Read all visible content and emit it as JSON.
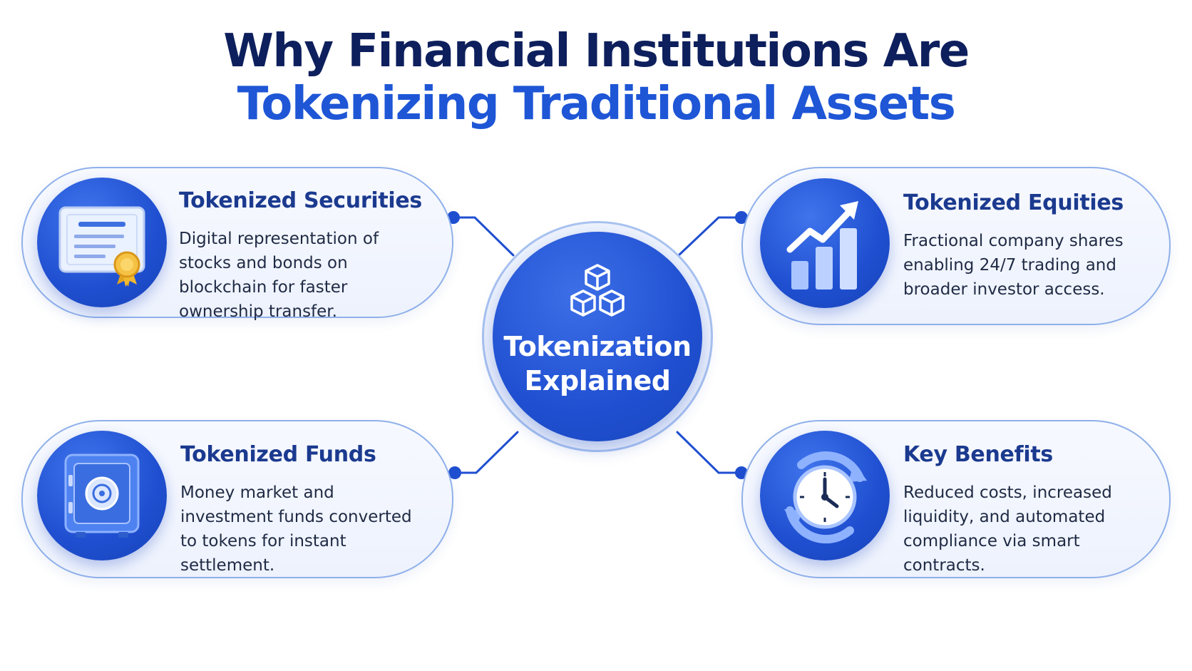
{
  "title": {
    "line1": "Why Financial Institutions Are",
    "line2": "Tokenizing Traditional Assets"
  },
  "hub": {
    "label_line1": "Tokenization",
    "label_line2": "Explained",
    "icon": "blocks-cluster-icon"
  },
  "cards": [
    {
      "title": "Tokenized Securities",
      "desc": "Digital representation of stocks and bonds on blockchain for faster ownership transfer.",
      "icon": "certificate-icon"
    },
    {
      "title": "Tokenized Equities",
      "desc": "Fractional company shares enabling 24/7 trading and broader investor access.",
      "icon": "growth-chart-icon"
    },
    {
      "title": "Tokenized Funds",
      "desc": "Money market and investment funds converted to tokens for instant settlement.",
      "icon": "safe-vault-icon"
    },
    {
      "title": "Key Benefits",
      "desc": "Reduced costs, increased liquidity, and automated compliance via smart contracts.",
      "icon": "clock-refresh-icon"
    }
  ],
  "colors": {
    "title_dark": "#0d1f5c",
    "title_accent": "#1e56d6",
    "primary_blue": "#1f4fd0",
    "card_border": "#8fb0ea",
    "connector": "#1f4fd0"
  }
}
